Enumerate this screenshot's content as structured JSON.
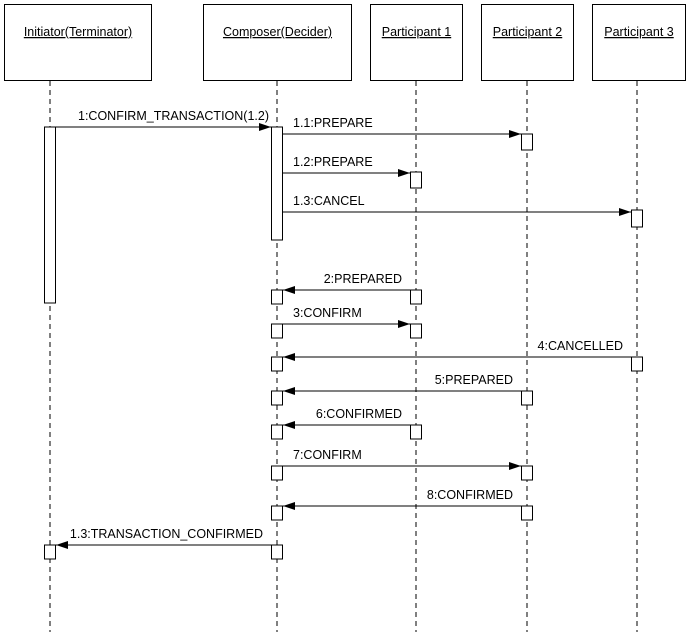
{
  "diagram": {
    "type": "sequence",
    "participants": [
      {
        "id": "initiator",
        "name": "Initiator(Terminator)"
      },
      {
        "id": "composer",
        "name": "Composer(Decider)"
      },
      {
        "id": "p1",
        "name": "Participant 1"
      },
      {
        "id": "p2",
        "name": "Participant 2"
      },
      {
        "id": "p3",
        "name": "Participant 3"
      }
    ],
    "messages": [
      {
        "from": "initiator",
        "to": "composer",
        "label": "1:CONFIRM_TRANSACTION(1.2)"
      },
      {
        "from": "composer",
        "to": "p2",
        "label": "1.1:PREPARE"
      },
      {
        "from": "composer",
        "to": "p1",
        "label": "1.2:PREPARE"
      },
      {
        "from": "composer",
        "to": "p3",
        "label": "1.3:CANCEL"
      },
      {
        "from": "p1",
        "to": "composer",
        "label": "2:PREPARED"
      },
      {
        "from": "composer",
        "to": "p1",
        "label": "3:CONFIRM"
      },
      {
        "from": "p3",
        "to": "composer",
        "label": "4:CANCELLED"
      },
      {
        "from": "p2",
        "to": "composer",
        "label": "5:PREPARED"
      },
      {
        "from": "p1",
        "to": "composer",
        "label": "6:CONFIRMED"
      },
      {
        "from": "composer",
        "to": "p2",
        "label": "7:CONFIRM"
      },
      {
        "from": "p2",
        "to": "composer",
        "label": "8:CONFIRMED"
      },
      {
        "from": "composer",
        "to": "initiator",
        "label": "1.3:TRANSACTION_CONFIRMED"
      }
    ]
  }
}
